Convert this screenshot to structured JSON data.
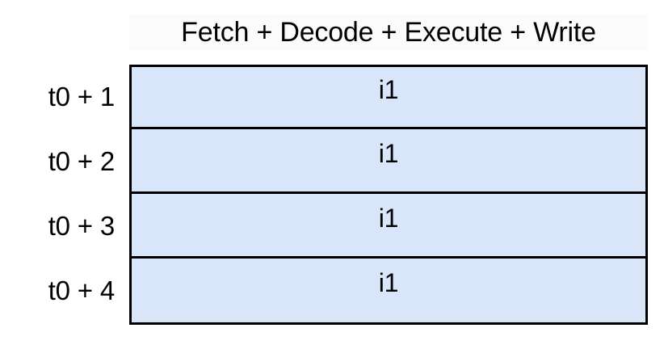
{
  "diagram": {
    "title": "Fetch + Decode + Execute + Write",
    "accent_fill": "#d9e5f8",
    "border_color": "#000000",
    "background": "#ffffff",
    "header": {
      "label": "Fetch + Decode + Execute + Write"
    },
    "rows": [
      {
        "time_label": "t0 + 1",
        "cell": "i1"
      },
      {
        "time_label": "t0 + 2",
        "cell": "i1"
      },
      {
        "time_label": "t0 + 3",
        "cell": "i1"
      },
      {
        "time_label": "t0 + 4",
        "cell": "i1"
      }
    ]
  }
}
